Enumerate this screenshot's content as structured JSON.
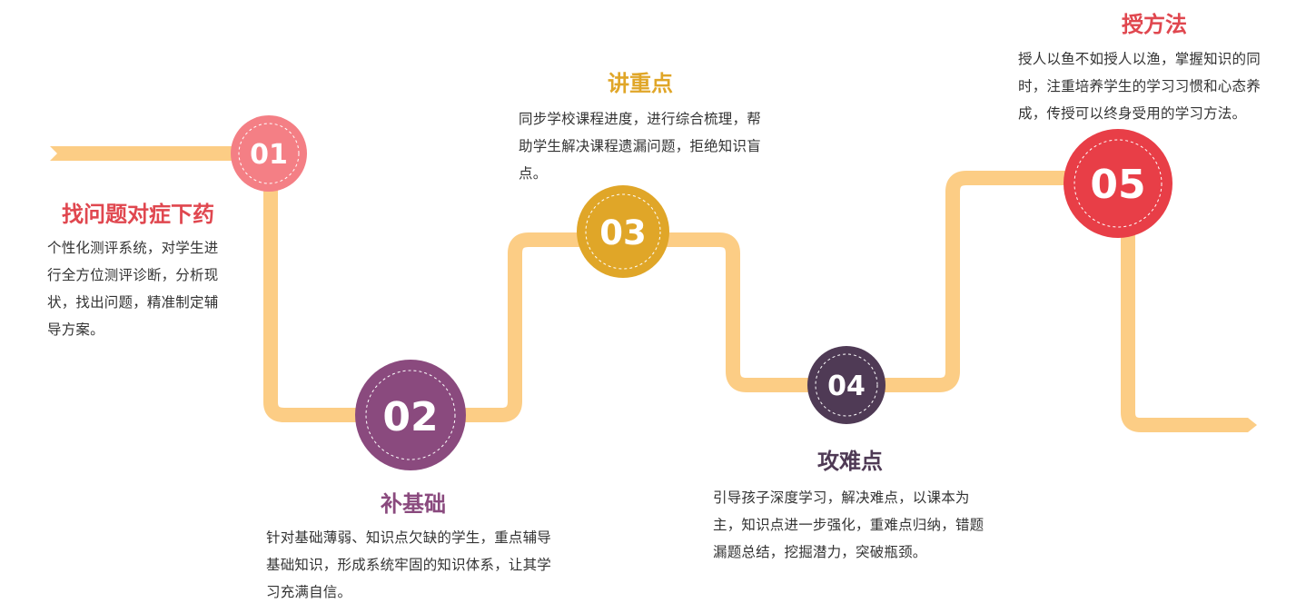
{
  "colors": {
    "path": "#FCCD85",
    "step1": "#F47F85",
    "step2": "#8A4A7E",
    "step3": "#E0A628",
    "step4": "#4F3A55",
    "step5": "#E83E47",
    "title1": "#E0474F",
    "title2": "#8A4A7E",
    "title3": "#E0A628",
    "title4": "#4F3A55",
    "title5": "#E0474F"
  },
  "steps": [
    {
      "number": "01",
      "title": "找问题对症下药",
      "description": "个性化测评系统，对学生进行全方位测评诊断，分析现状，找出问题，精准制定辅导方案。"
    },
    {
      "number": "02",
      "title": "补基础",
      "description": "针对基础薄弱、知识点欠缺的学生，重点辅导基础知识，形成系统牢固的知识体系，让其学习充满自信。"
    },
    {
      "number": "03",
      "title": "讲重点",
      "description": "同步学校课程进度，进行综合梳理，帮助学生解决课程遗漏问题，拒绝知识盲点。"
    },
    {
      "number": "04",
      "title": "攻难点",
      "description": "引导孩子深度学习，解决难点，以课本为主，知识点进一步强化，重难点归纳，错题漏题总结，挖掘潜力，突破瓶颈。"
    },
    {
      "number": "05",
      "title": "授方法",
      "description": "授人以鱼不如授人以渔，掌握知识的同时，注重培养学生的学习习惯和心态养成，传授可以终身受用的学习方法。"
    }
  ]
}
